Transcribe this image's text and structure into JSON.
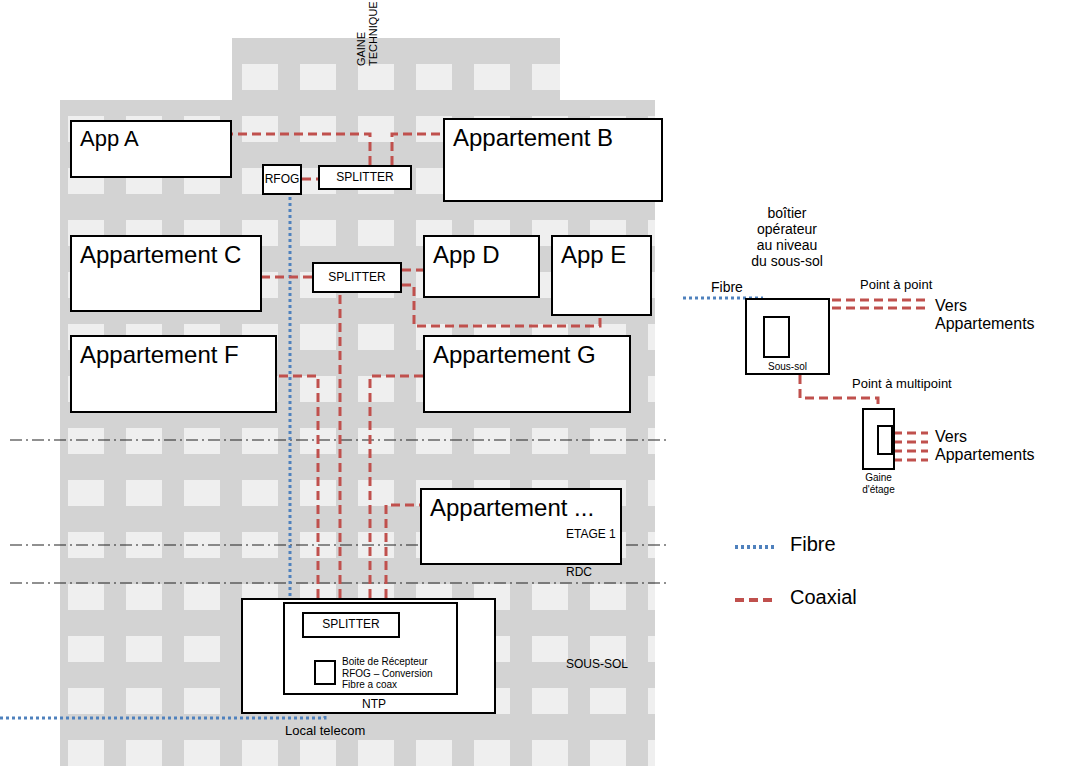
{
  "diagram": {
    "nodes": [
      {
        "text": [
          "App A"
        ]
      },
      {
        "text": [
          "RFOG"
        ]
      },
      {
        "text": [
          "SPLITTER"
        ]
      },
      {
        "text": [
          "Appartement B"
        ]
      },
      {
        "text": [
          "Appartement C"
        ]
      },
      {
        "text": [
          "SPLITTER"
        ]
      },
      {
        "text": [
          "App D"
        ]
      },
      {
        "text": [
          "App E"
        ]
      },
      {
        "text": [
          "Appartement F"
        ]
      },
      {
        "text": [
          "Appartement G"
        ]
      },
      {
        "text": [
          "Appartement ..."
        ]
      },
      {
        "text": [
          "NTP",
          "Local telecom"
        ]
      },
      {
        "text": [
          "SPLITTER"
        ],
        "in": 11
      },
      {
        "text": [
          "Boite de Récepteur RFOG – Conversion Fibre a coax"
        ],
        "in": 11
      },
      {
        "text": [
          "boîtier opérateur au niveau du sous-sol",
          "Sous-sol"
        ]
      },
      {
        "text": [
          "Gaine d'étage"
        ]
      }
    ],
    "edges": [
      {
        "from": 2,
        "to": 0,
        "arrow": "none"
      },
      {
        "from": 2,
        "to": 3,
        "arrow": "none"
      },
      {
        "from": 1,
        "to": 2,
        "arrow": "none"
      },
      {
        "from": 13,
        "to": 1,
        "arrow": "none"
      },
      {
        "from": 13,
        "to": 12,
        "arrow": "none"
      },
      {
        "from": 12,
        "to": 5,
        "arrow": "none"
      },
      {
        "from": 5,
        "to": 4,
        "arrow": "none"
      },
      {
        "from": 5,
        "to": 6,
        "arrow": "none"
      },
      {
        "from": 5,
        "to": 7,
        "arrow": "none"
      },
      {
        "from": 12,
        "to": 8,
        "arrow": "none"
      },
      {
        "from": 12,
        "to": 9,
        "arrow": "none"
      },
      {
        "from": 12,
        "to": 10,
        "arrow": "none"
      },
      {
        "from": 14,
        "to": 15,
        "arrow": "none"
      }
    ],
    "labels": [
      "GAINE TECHNIQUE",
      "ETAGE 1",
      "RDC",
      "SOUS-SOL",
      "Fibre",
      "Point à point",
      "Vers Appartements",
      "Point à multipoint",
      "Vers Appartements"
    ],
    "legend": [
      {
        "text": "Fibre"
      },
      {
        "text": "Coaxial"
      }
    ]
  }
}
